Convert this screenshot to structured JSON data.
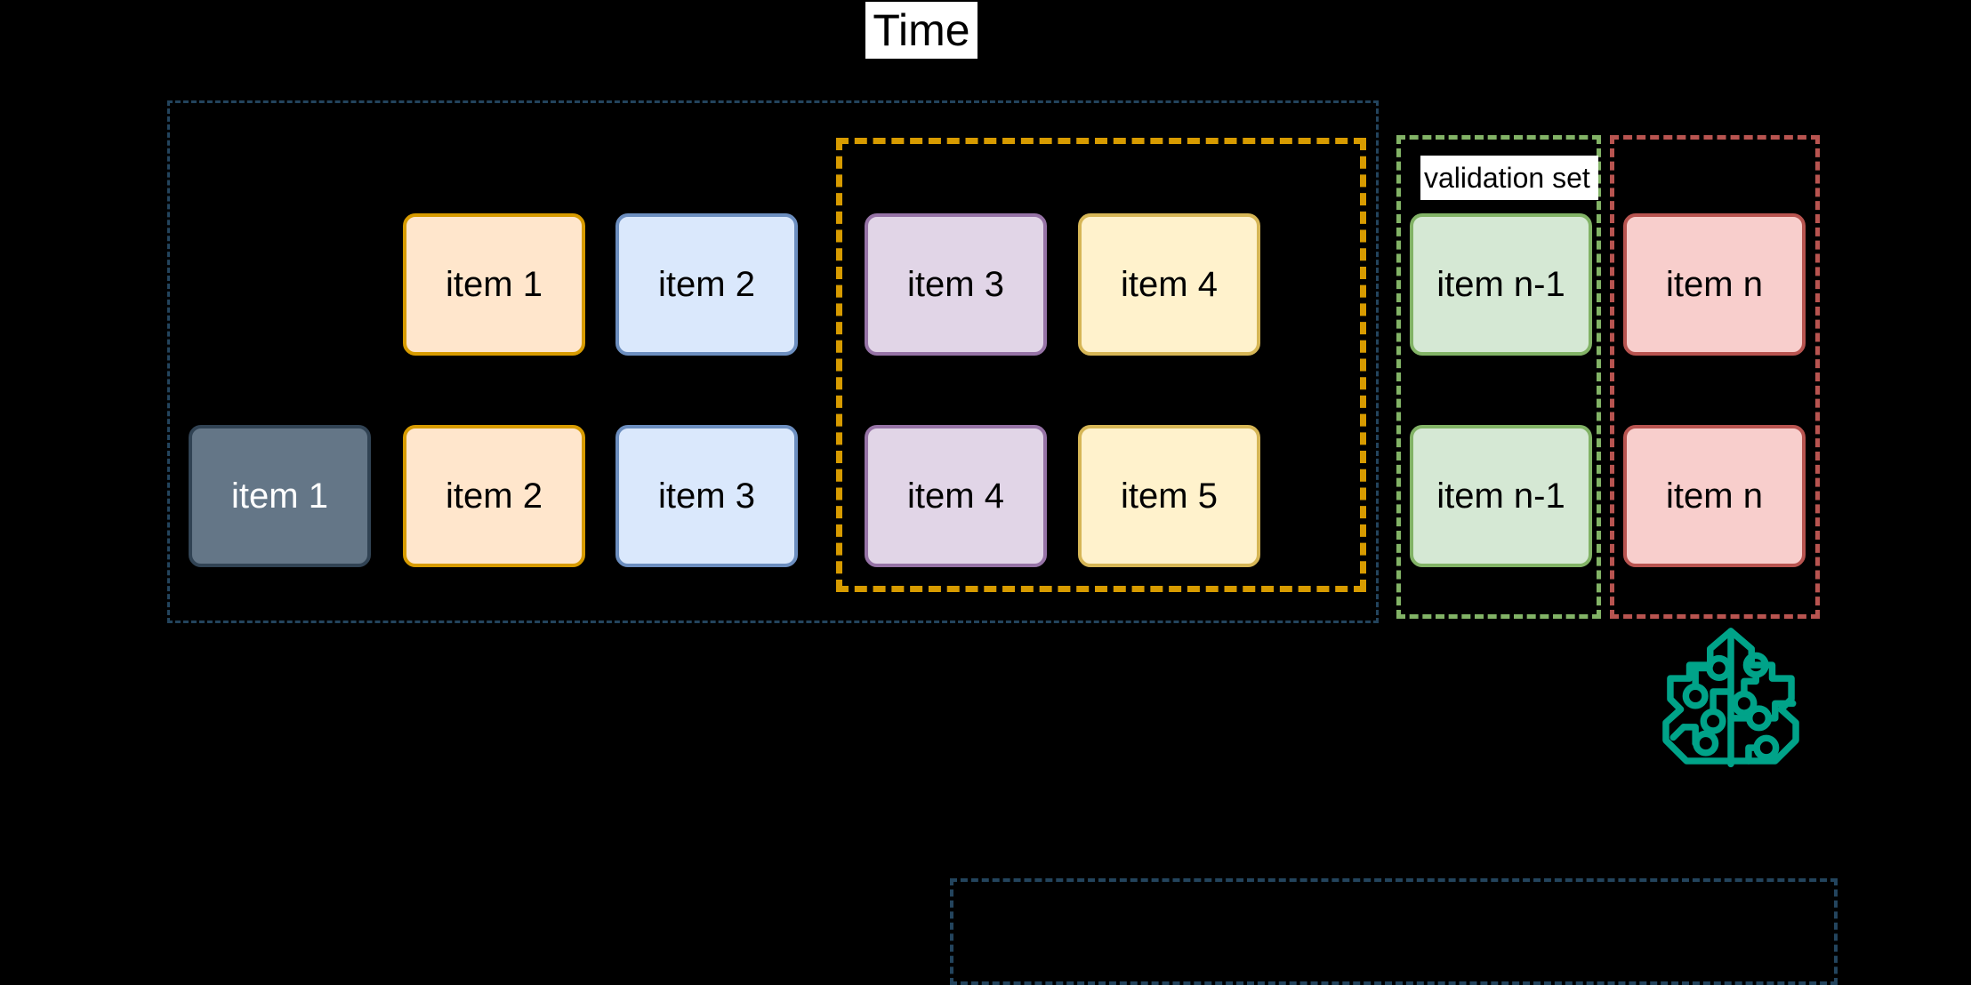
{
  "title": {
    "text": "Time"
  },
  "labels": {
    "validation_set": "validation set"
  },
  "colors": {
    "background": "#000000",
    "title_bg": "#ffffff",
    "title_text": "#000000",
    "frame_training": "#23445d",
    "frame_orange": "#d79b00",
    "frame_validation": "#82b366",
    "frame_test": "#b85450",
    "card_orange_fill": "#ffe6cc",
    "card_orange_border": "#d79b00",
    "card_blue_fill": "#dae8fc",
    "card_blue_border": "#6c8ebf",
    "card_purple_fill": "#e1d5e7",
    "card_purple_border": "#9673a6",
    "card_yellow_fill": "#fff2cc",
    "card_yellow_border": "#d6b656",
    "card_green_fill": "#d5e8d4",
    "card_green_border": "#82b366",
    "card_red_fill": "#f8cecc",
    "card_red_border": "#b85450",
    "card_gray_fill": "#647687",
    "card_gray_border": "#314354",
    "brain_icon": "#00a389"
  },
  "icons": {
    "brain": "brain-circuit-icon"
  },
  "rows": [
    {
      "name": "row-1",
      "cards": [
        {
          "label": "item 1",
          "variant": "orange",
          "col": 1
        },
        {
          "label": "item 2",
          "variant": "blue",
          "col": 2
        },
        {
          "label": "item 3",
          "variant": "purple",
          "col": 3
        },
        {
          "label": "item 4",
          "variant": "yellow",
          "col": 4
        },
        {
          "label": "item n-1",
          "variant": "green",
          "col": 5
        },
        {
          "label": "item n",
          "variant": "red",
          "col": 6
        }
      ]
    },
    {
      "name": "row-2",
      "cards": [
        {
          "label": "item 1",
          "variant": "gray",
          "col": 0
        },
        {
          "label": "item 2",
          "variant": "orange",
          "col": 1
        },
        {
          "label": "item 3",
          "variant": "blue",
          "col": 2
        },
        {
          "label": "item 4",
          "variant": "purple",
          "col": 3
        },
        {
          "label": "item 5",
          "variant": "yellow",
          "col": 4
        },
        {
          "label": "item n-1",
          "variant": "green",
          "col": 5
        },
        {
          "label": "item n",
          "variant": "red",
          "col": 6
        }
      ]
    }
  ]
}
